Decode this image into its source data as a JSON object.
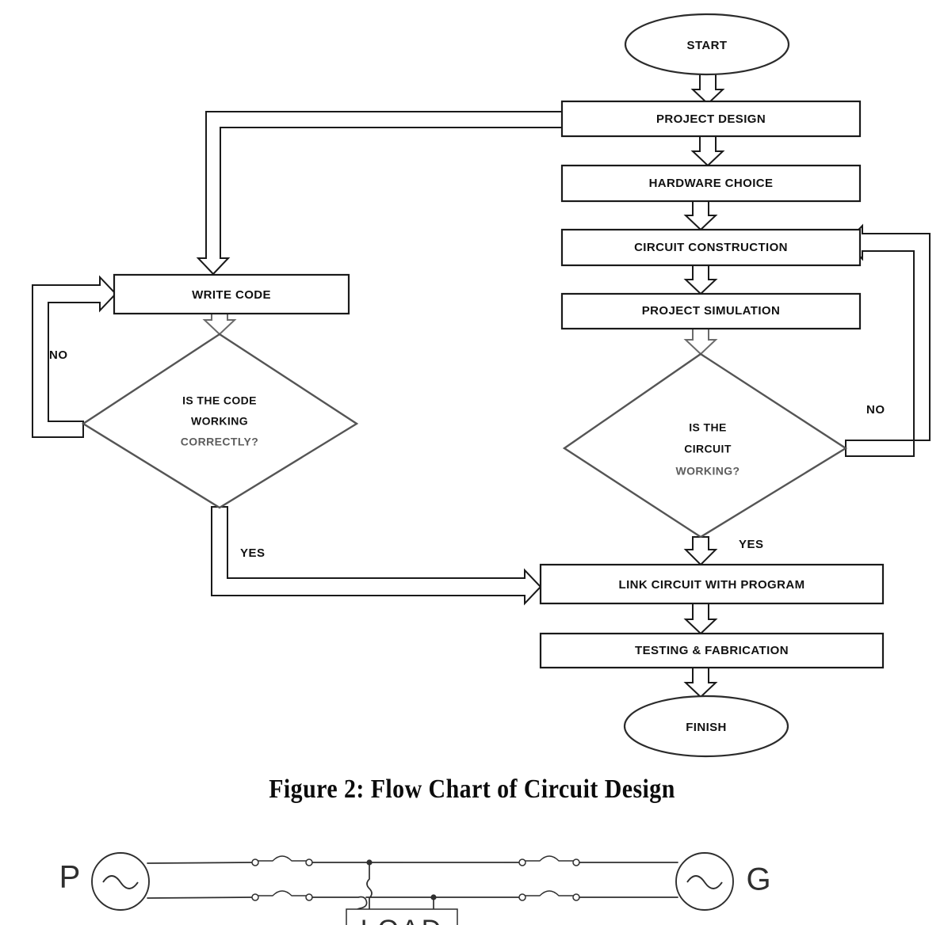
{
  "figure": {
    "caption": "Figure 2:  Flow Chart of Circuit Design",
    "title": "Flow Chart of Circuit Design",
    "number": "Figure 2"
  },
  "chart_data": {
    "type": "diagram",
    "subtype": "flowchart",
    "title": "Flow Chart of Circuit Design",
    "orientation": "top-to-bottom with two parallel branches",
    "nodes": [
      {
        "id": "start",
        "shape": "terminator",
        "label": "START"
      },
      {
        "id": "project_design",
        "shape": "process",
        "label": "PROJECT DESIGN"
      },
      {
        "id": "hardware_choice",
        "shape": "process",
        "label": "HARDWARE CHOICE"
      },
      {
        "id": "circuit_construction",
        "shape": "process",
        "label": "CIRCUIT CONSTRUCTION"
      },
      {
        "id": "project_simulation",
        "shape": "process",
        "label": "PROJECT SIMULATION"
      },
      {
        "id": "write_code",
        "shape": "process",
        "label": "WRITE CODE"
      },
      {
        "id": "code_decision",
        "shape": "decision",
        "label_lines": [
          "IS THE CODE",
          "WORKING",
          "CORRECTLY?"
        ]
      },
      {
        "id": "circuit_decision",
        "shape": "decision",
        "label_lines": [
          "IS THE",
          "CIRCUIT",
          "WORKING?"
        ]
      },
      {
        "id": "link_circuit",
        "shape": "process",
        "label": "LINK CIRCUIT WITH PROGRAM"
      },
      {
        "id": "testing",
        "shape": "process",
        "label": "TESTING & FABRICATION"
      },
      {
        "id": "finish",
        "shape": "terminator",
        "label": "FINISH"
      }
    ],
    "edges": [
      {
        "from": "start",
        "to": "project_design",
        "label": ""
      },
      {
        "from": "project_design",
        "to": "hardware_choice",
        "label": ""
      },
      {
        "from": "project_design",
        "to": "write_code",
        "label": ""
      },
      {
        "from": "hardware_choice",
        "to": "circuit_construction",
        "label": ""
      },
      {
        "from": "circuit_construction",
        "to": "project_simulation",
        "label": ""
      },
      {
        "from": "project_simulation",
        "to": "circuit_decision",
        "label": ""
      },
      {
        "from": "write_code",
        "to": "code_decision",
        "label": ""
      },
      {
        "from": "code_decision",
        "to": "write_code",
        "label": "NO"
      },
      {
        "from": "code_decision",
        "to": "link_circuit",
        "label": "YES"
      },
      {
        "from": "circuit_decision",
        "to": "circuit_construction",
        "label": "NO"
      },
      {
        "from": "circuit_decision",
        "to": "link_circuit",
        "label": "YES"
      },
      {
        "from": "link_circuit",
        "to": "testing",
        "label": ""
      },
      {
        "from": "testing",
        "to": "finish",
        "label": ""
      }
    ]
  },
  "flowchart": {
    "start": {
      "label": "START"
    },
    "project_design": {
      "label": "PROJECT DESIGN"
    },
    "hardware_choice": {
      "label": "HARDWARE CHOICE"
    },
    "circuit_construction": {
      "label": "CIRCUIT CONSTRUCTION"
    },
    "project_simulation": {
      "label": "PROJECT SIMULATION"
    },
    "write_code": {
      "label": "WRITE CODE"
    },
    "code_decision": {
      "line1": "IS THE CODE",
      "line2": "WORKING",
      "line3": "CORRECTLY?"
    },
    "circuit_decision": {
      "line1": "IS THE",
      "line2": "CIRCUIT",
      "line3": "WORKING?"
    },
    "link_circuit": {
      "label": "LINK CIRCUIT WITH PROGRAM"
    },
    "testing": {
      "label": "TESTING & FABRICATION"
    },
    "finish": {
      "label": "FINISH"
    },
    "branches": {
      "code_no": "NO",
      "code_yes": "YES",
      "circuit_no": "NO",
      "circuit_yes": "YES"
    }
  },
  "circuit_sketch": {
    "source_left_label": "P",
    "source_right_label": "G",
    "load_label": "LOAD"
  },
  "colors": {
    "ink": "#111111",
    "diamond_stroke": "#555555",
    "sketch_ink": "#2f2f2f",
    "background": "#ffffff"
  }
}
